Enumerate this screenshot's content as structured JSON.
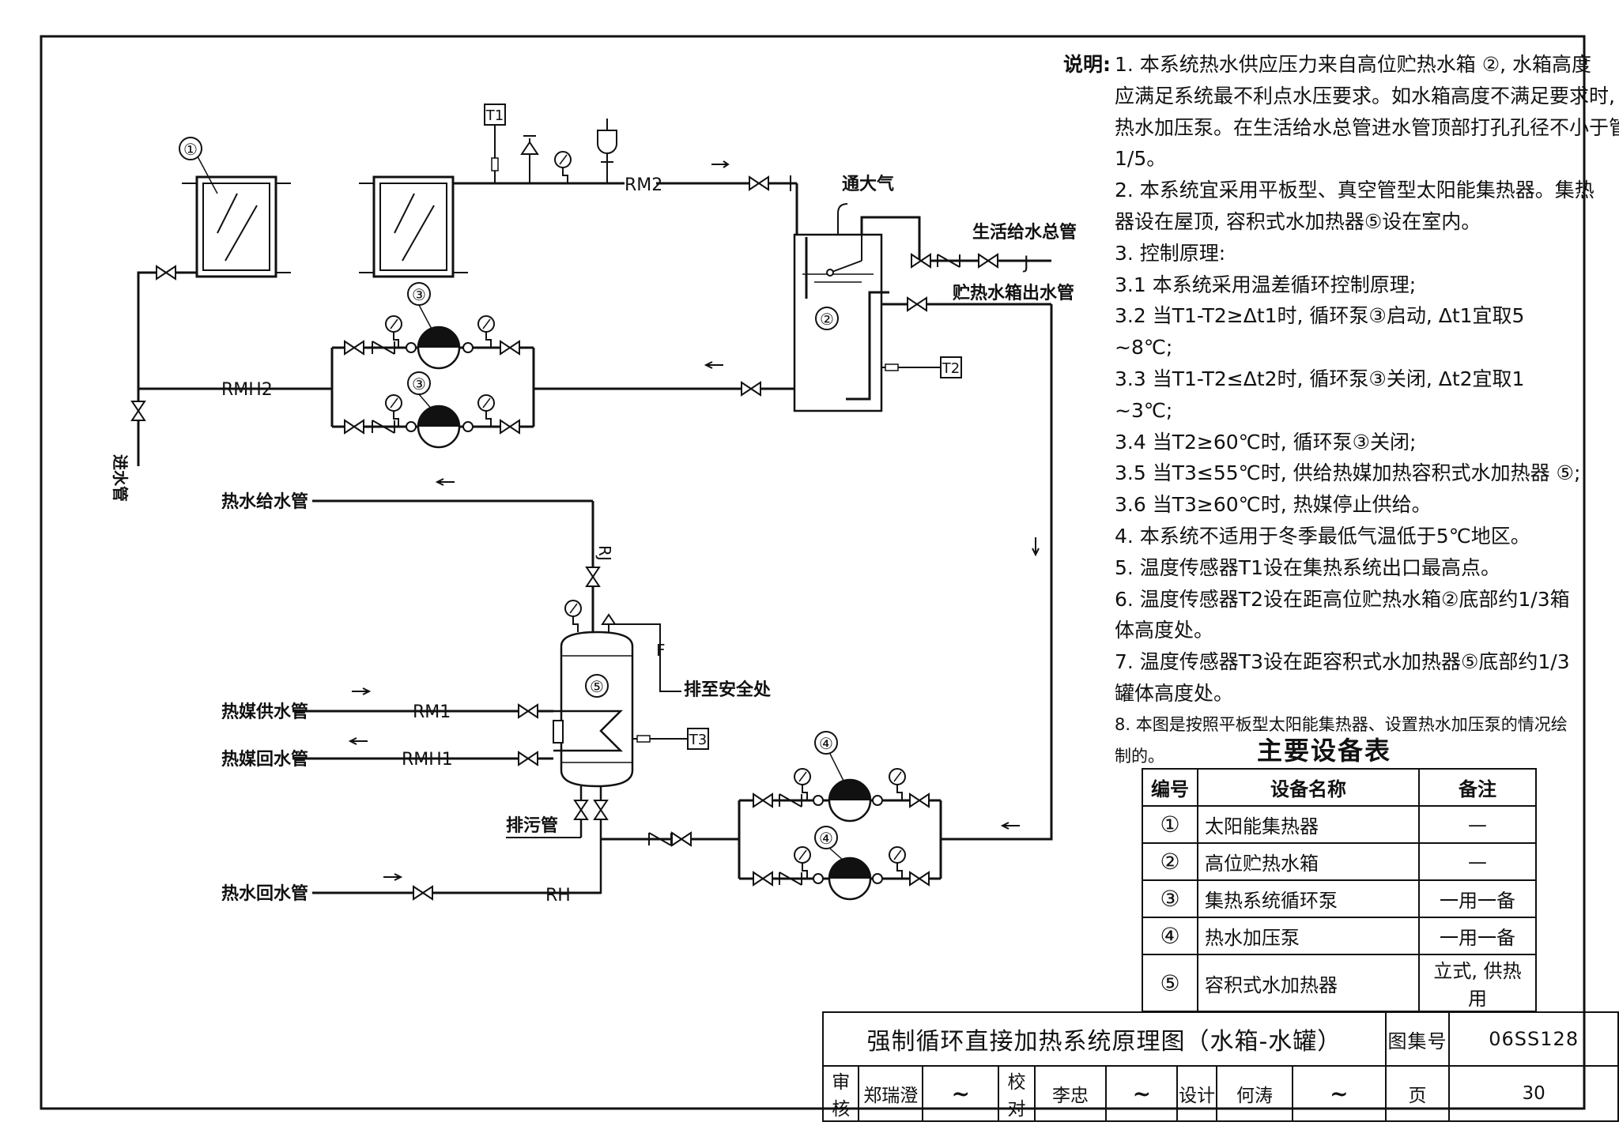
{
  "diagram": {
    "labels": {
      "t1": "T1",
      "t2": "T2",
      "t3": "T3",
      "rm2": "RM2",
      "rmh2": "RMH2",
      "rm1": "RM1",
      "rmh1": "RMH1",
      "rj": "RJ",
      "rh": "RH",
      "j": "J",
      "f": "F",
      "vent": "通大气",
      "domestic_supply": "生活给水总管",
      "tank_outlet": "贮热水箱出水管",
      "inlet": "进水管",
      "hot_supply": "热水给水管",
      "heat_supply": "热媒供水管",
      "heat_return": "热媒回水管",
      "drain": "排污管",
      "safe_discharge": "排至安全处",
      "hot_return": "热水回水管",
      "n1": "①",
      "n2": "②",
      "n3a": "③",
      "n3b": "③",
      "n4a": "④",
      "n4b": "④",
      "n5": "⑤"
    }
  },
  "notes": {
    "heading": "说明:",
    "lines": [
      "1. 本系统热水供应压力来自高位贮热水箱 ②, 水箱高度",
      "应满足系统最不利点水压要求。如水箱高度不满足要求时, 需设",
      "热水加压泵。在生活给水总管进水管顶部打孔孔径不小于管径的",
      "1/5。",
      "2. 本系统宜采用平板型、真空管型太阳能集热器。集热",
      "器设在屋顶, 容积式水加热器⑤设在室内。",
      "3. 控制原理:",
      "3.1  本系统采用温差循环控制原理;",
      "3.2  当T1-T2≥Δt1时, 循环泵③启动, Δt1宜取5",
      "~8℃;",
      "3.3  当T1-T2≤Δt2时, 循环泵③关闭, Δt2宜取1",
      "~3℃;",
      "3.4  当T2≥60℃时, 循环泵③关闭;",
      "3.5  当T3≤55℃时, 供给热媒加热容积式水加热器 ⑤;",
      "3.6  当T3≥60℃时, 热媒停止供给。",
      "4. 本系统不适用于冬季最低气温低于5℃地区。",
      "5. 温度传感器T1设在集热系统出口最高点。",
      "6. 温度传感器T2设在距高位贮热水箱②底部约1/3箱",
      "体高度处。",
      "7. 温度传感器T3设在距容积式水加热器⑤底部约1/3",
      "罐体高度处。",
      "8. 本图是按照平板型太阳能集热器、设置热水加压泵的情况绘",
      "制的。"
    ]
  },
  "equipment": {
    "title": "主要设备表",
    "headers": [
      "编号",
      "设备名称",
      "备注"
    ],
    "rows": [
      {
        "no": "①",
        "name": "太阳能集热器",
        "note": "—"
      },
      {
        "no": "②",
        "name": "高位贮热水箱",
        "note": "—"
      },
      {
        "no": "③",
        "name": "集热系统循环泵",
        "note": "一用一备"
      },
      {
        "no": "④",
        "name": "热水加压泵",
        "note": "一用一备"
      },
      {
        "no": "⑤",
        "name": "容积式水加热器",
        "note": "立式, 供热用"
      }
    ]
  },
  "title_block": {
    "title": "强制循环直接加热系统原理图（水箱-水罐）",
    "atlas_label": "图集号",
    "atlas_no": "06SS128",
    "review_label": "审核",
    "reviewer": "郑瑞澄",
    "check_label": "校对",
    "checker": "李忠",
    "design_label": "设计",
    "designer": "何涛",
    "page_label": "页",
    "page_no": "30"
  }
}
